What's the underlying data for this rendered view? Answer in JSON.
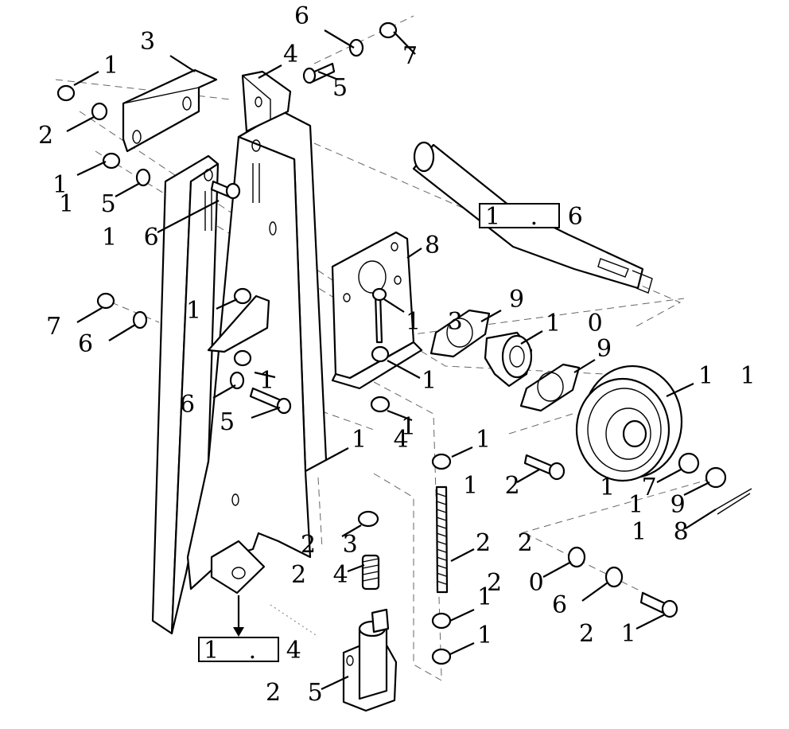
{
  "diagram": {
    "reference_boxes": {
      "top": "1 . 6",
      "bottom": "1 . 4"
    },
    "callouts": {
      "c3": "3",
      "c6_top": "6",
      "c7_top": "7",
      "c1_topleft": "1",
      "c4": "4",
      "c5_top": "5",
      "c2": "2",
      "c1_left": "1",
      "c15": "1 5",
      "c16": "1 6",
      "c8": "8",
      "c9_a": "9",
      "c13": "1 3",
      "c10": "1 0",
      "c9_b": "9",
      "c1_mid": "1",
      "c1_bracket": "1",
      "c11": "1 1",
      "c7_left": "7",
      "c6_left": "6",
      "c1_bracket2": "1",
      "c6_mid": "6",
      "c5_mid": "5",
      "c1_bracket3": "1",
      "c14": "1 4",
      "c1_nut_top": "1",
      "c12": "1 2",
      "c17": "1 7",
      "c19": "1 9",
      "c18": "1 8",
      "c23": "2 3",
      "c22": "2 2",
      "c24": "2 4",
      "c20": "2 0",
      "c1_nut_mid": "1",
      "c6_right": "6",
      "c21": "2 1",
      "c1_nut_bottom": "1",
      "c25": "2 5"
    }
  }
}
